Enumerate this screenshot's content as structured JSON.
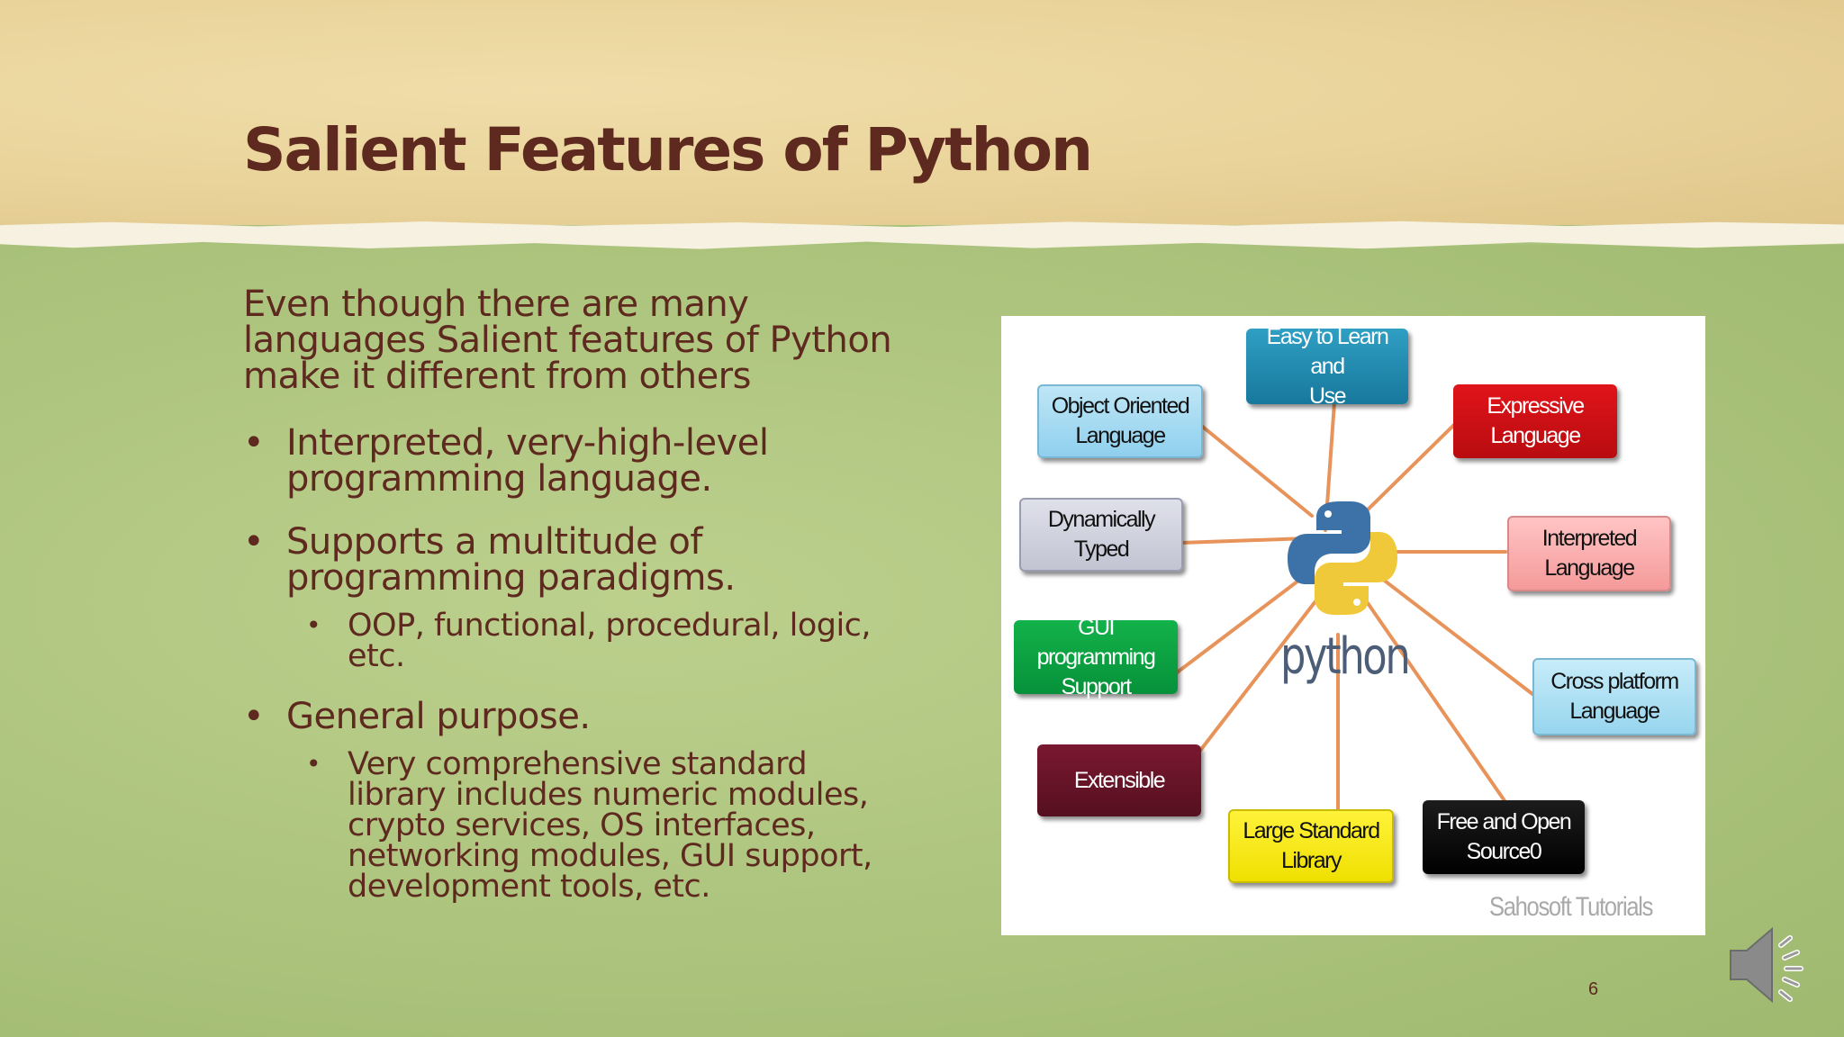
{
  "slide": {
    "title": "Salient Features of Python",
    "intro": "Even though there are many languages Salient features of Python make it different from others",
    "bullets": [
      {
        "text": "Interpreted, very-high-level programming language."
      },
      {
        "text": "Supports a multitude of programming paradigms.",
        "subs": [
          "OOP, functional, procedural, logic, etc."
        ]
      },
      {
        "text": "General purpose.",
        "subs": [
          "Very comprehensive standard library includes numeric modules, crypto services, OS interfaces, networking modules, GUI support, development tools, etc."
        ]
      }
    ],
    "bullet_glyph": "•",
    "page_number": "6"
  },
  "diagram": {
    "center_label": "python",
    "watermark": "Sahosoft Tutorials",
    "features": [
      {
        "line1": "Easy to Learn and",
        "line2": "Use",
        "color": "#1f88b0"
      },
      {
        "line1": "Object Oriented",
        "line2": "Language",
        "color": "#a9dcf2"
      },
      {
        "line1": "Expressive",
        "line2": "Language",
        "color": "#cf1016"
      },
      {
        "line1": "Dynamically",
        "line2": "Typed",
        "color": "#cfd0dc"
      },
      {
        "line1": "Interpreted",
        "line2": "Language",
        "color": "#f9afaf"
      },
      {
        "line1": "GUI programming",
        "line2": "Support",
        "color": "#0aa342"
      },
      {
        "line1": "Cross platform",
        "line2": "Language",
        "color": "#b0e1f4"
      },
      {
        "line1": "Extensible",
        "line2": "",
        "color": "#681428"
      },
      {
        "line1": "Large Standard",
        "line2": "Library",
        "color": "#f7ea10"
      },
      {
        "line1": "Free and Open",
        "line2": "Source0",
        "color": "#0c0c0c"
      }
    ]
  },
  "colors": {
    "title": "#5e2a1f",
    "header_band": "#e9d39a",
    "body_green": "#afc680",
    "connector": "#e8935a"
  },
  "icons": {
    "audio": "speaker-icon"
  }
}
